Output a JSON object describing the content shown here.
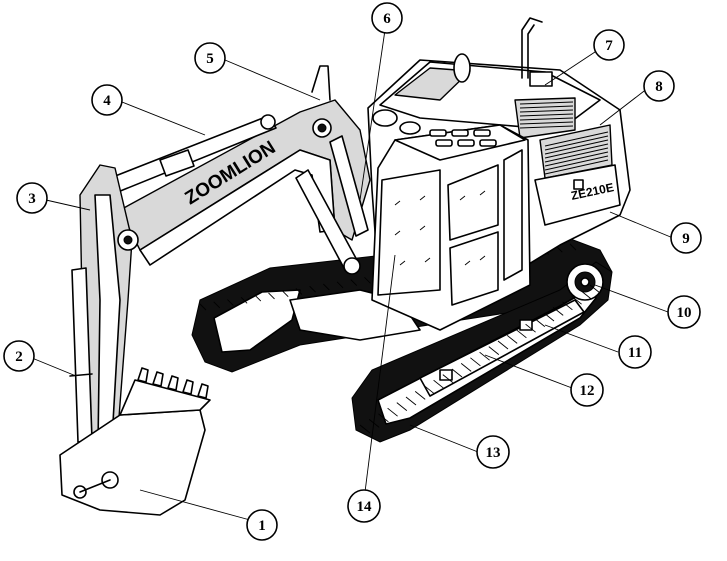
{
  "diagram": {
    "brand_label": "ZOOMLION",
    "model_label": "ZE210E",
    "callouts": [
      {
        "id": 1,
        "label": "1"
      },
      {
        "id": 2,
        "label": "2"
      },
      {
        "id": 3,
        "label": "3"
      },
      {
        "id": 4,
        "label": "4"
      },
      {
        "id": 5,
        "label": "5"
      },
      {
        "id": 6,
        "label": "6"
      },
      {
        "id": 7,
        "label": "7"
      },
      {
        "id": 8,
        "label": "8"
      },
      {
        "id": 9,
        "label": "9"
      },
      {
        "id": 10,
        "label": "10"
      },
      {
        "id": 11,
        "label": "11"
      },
      {
        "id": 12,
        "label": "12"
      },
      {
        "id": 13,
        "label": "13"
      },
      {
        "id": 14,
        "label": "14"
      }
    ]
  }
}
